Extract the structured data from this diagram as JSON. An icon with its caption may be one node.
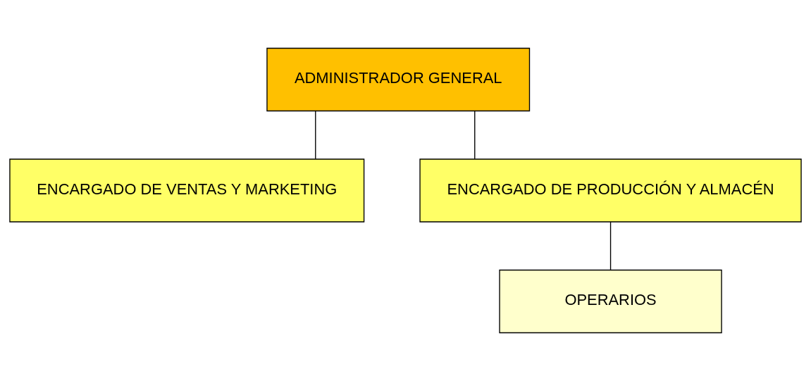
{
  "diagram": {
    "nodes": [
      {
        "text": [
          "ADMINISTRADOR GENERAL"
        ]
      },
      {
        "text": [
          "ENCARGADO DE VENTAS Y MARKETING"
        ]
      },
      {
        "text": [
          "ENCARGADO DE PRODUCCIÓN Y ALMACÉN"
        ]
      },
      {
        "text": [
          "OPERARIOS"
        ]
      }
    ],
    "edges": [
      {
        "from": 0,
        "to": 1,
        "arrow": "none"
      },
      {
        "from": 0,
        "to": 2,
        "arrow": "none"
      },
      {
        "from": 2,
        "to": 3,
        "arrow": "none"
      }
    ]
  }
}
